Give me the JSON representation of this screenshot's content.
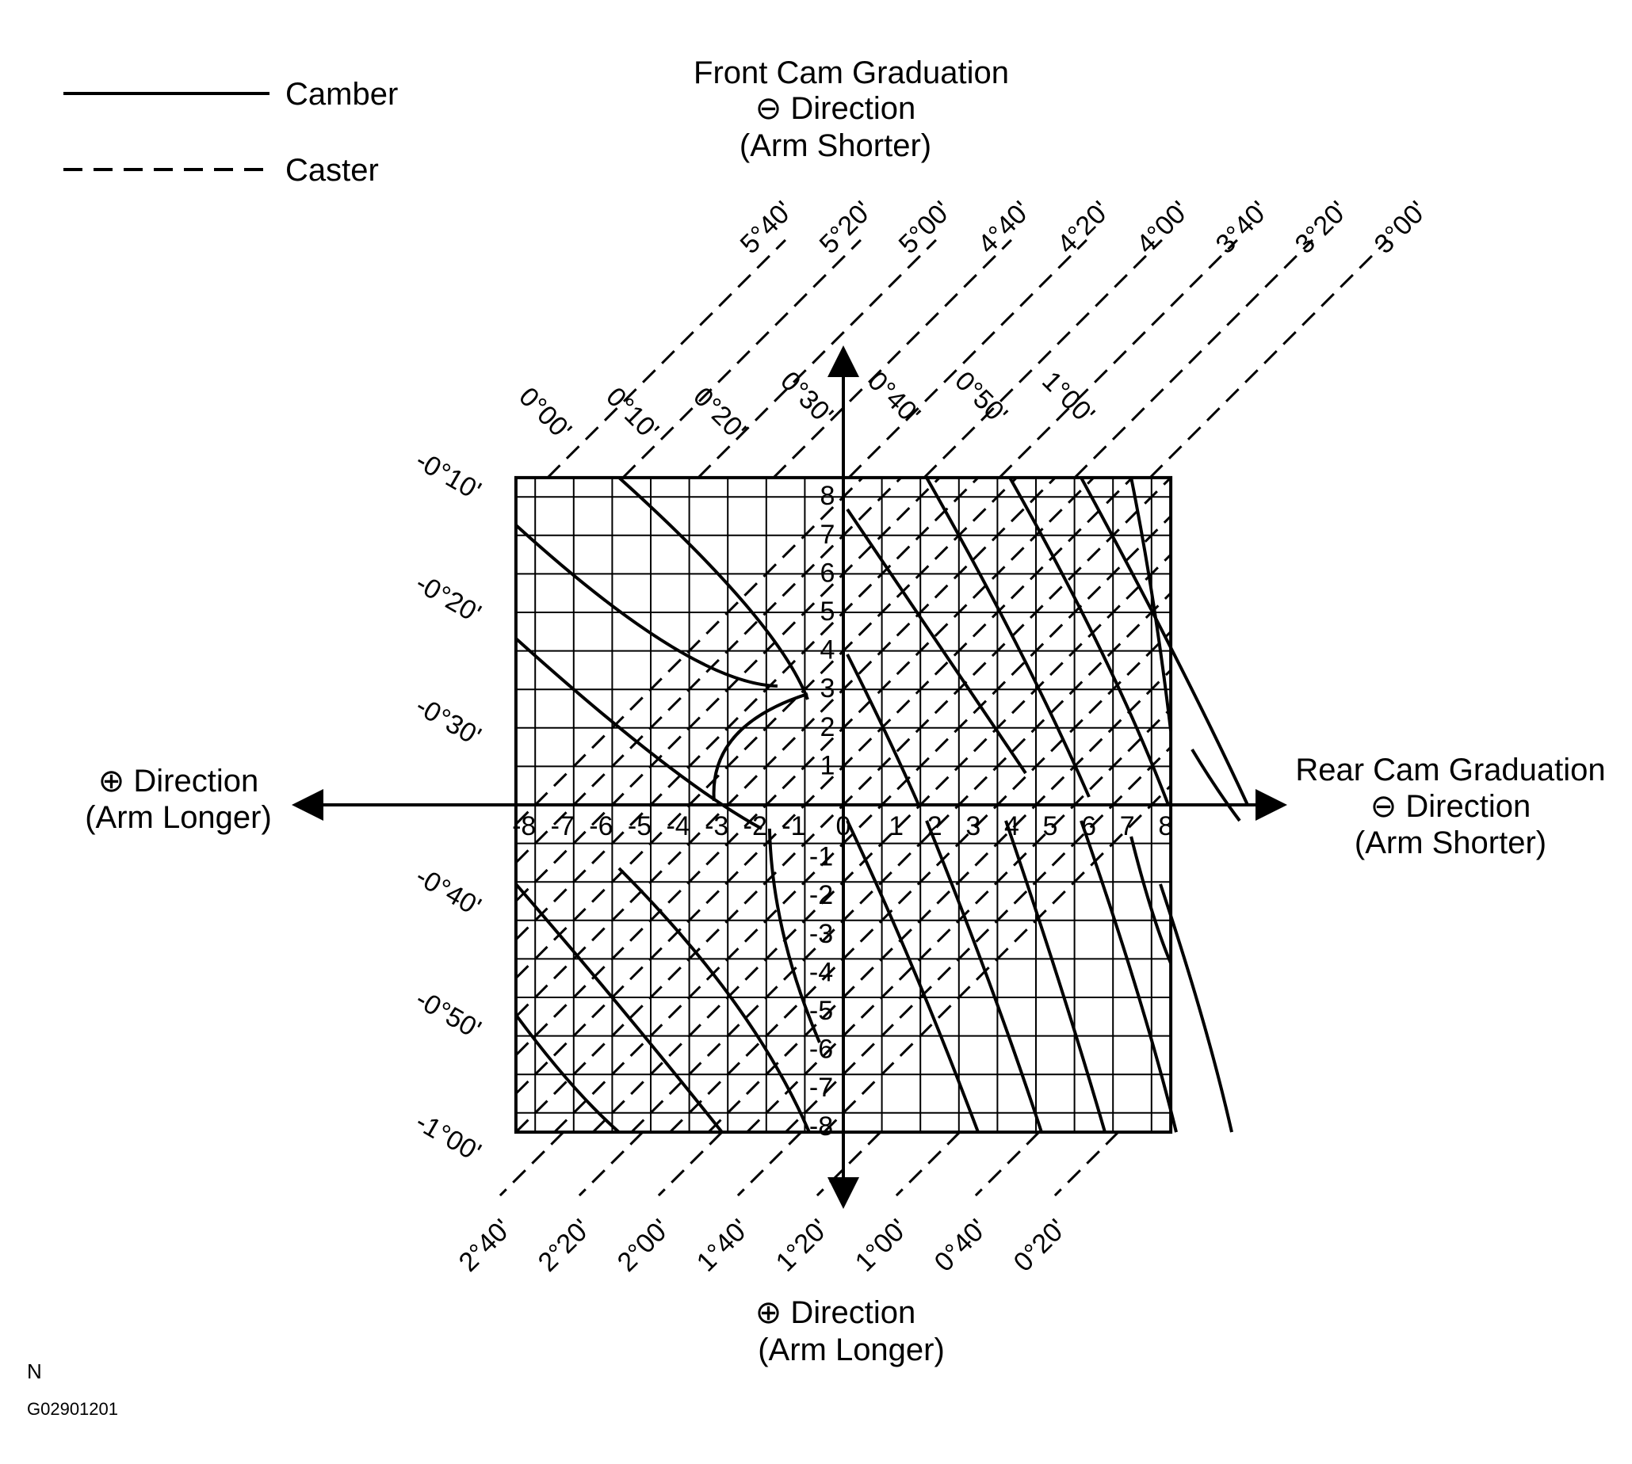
{
  "legend": {
    "camber_label": "Camber",
    "caster_label": "Caster"
  },
  "top_title": {
    "line1": "Front Cam Graduation",
    "line2": "⊖ Direction",
    "line3": "(Arm Shorter)"
  },
  "right_title": {
    "line1": "Rear Cam Graduation",
    "line2": "⊖ Direction",
    "line3": "(Arm Shorter)"
  },
  "left_title": {
    "line1": "⊕ Direction",
    "line2": "(Arm Longer)"
  },
  "bottom_title": {
    "line1": "⊕ Direction",
    "line2": "(Arm Longer)"
  },
  "footer": {
    "letter": "N",
    "code": "G02901201"
  },
  "x_ticks": [
    "-8",
    "-7",
    "-6",
    "-5",
    "-4",
    "-3",
    "-2",
    "-1",
    "0",
    "1",
    "2",
    "3",
    "4",
    "5",
    "6",
    "7",
    "8"
  ],
  "y_ticks_pos": [
    "8",
    "7",
    "6",
    "5",
    "4",
    "3",
    "2",
    "1"
  ],
  "y_ticks_neg": [
    "-1",
    "-2",
    "-3",
    "-4",
    "-5",
    "-6",
    "-7",
    "-8"
  ],
  "caster_labels_top": [
    "5°40'",
    "5°20'",
    "5°00'",
    "4°40'",
    "4°20'",
    "4°00'",
    "3°40'",
    "3°20'",
    "3°00'"
  ],
  "caster_labels_bottom": [
    "2°40'",
    "2°20'",
    "2°00'",
    "1°40'",
    "1°20'",
    "1°00'",
    "0°40'",
    "0°20'"
  ],
  "camber_labels_top": [
    "0°00'",
    "0°10'",
    "0°20'",
    "0°30'",
    "0°40'",
    "0°50'",
    "1°00'"
  ],
  "camber_labels_left": [
    "-0°10'",
    "-0°20'",
    "-0°30'",
    "-0°40'",
    "-0°50'",
    "-1°00'"
  ]
}
